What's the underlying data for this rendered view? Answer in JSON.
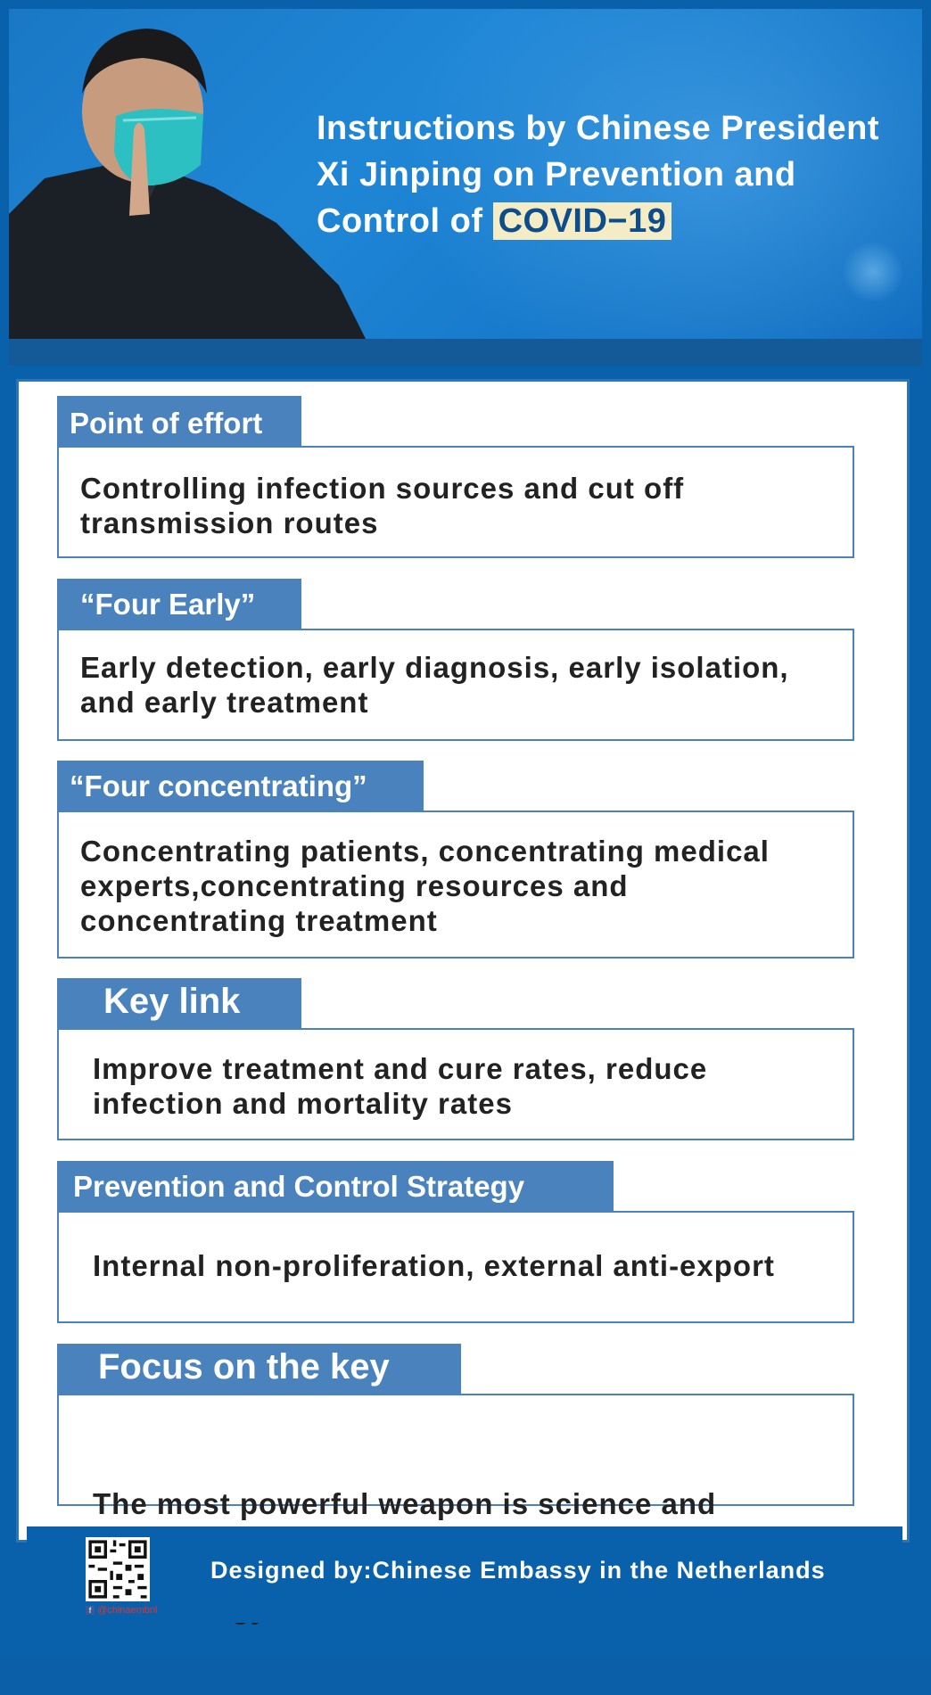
{
  "header": {
    "title_line1": "Instructions by Chinese President",
    "title_line2": "Xi Jinping on Prevention and",
    "title_line3_prefix": "Control of ",
    "title_highlight": "COVID−19"
  },
  "sections": [
    {
      "tab": "Point of effort",
      "text_lines": [
        "Controlling infection sources and cut off",
        "transmission routes"
      ]
    },
    {
      "tab": "“Four Early”",
      "text_lines": [
        "Early detection, early diagnosis, early isolation,",
        "and early treatment"
      ]
    },
    {
      "tab": "“Four concentrating”",
      "text_lines": [
        "Concentrating patients, concentrating medical",
        "experts,concentrating resources and",
        "concentrating treatment"
      ]
    },
    {
      "tab": "Key link",
      "text_lines": [
        "Improve treatment and cure rates, reduce",
        "infection and mortality rates"
      ]
    },
    {
      "tab": "Prevention and Control Strategy",
      "text_lines": [
        "Internal non-proliferation, external anti-export"
      ]
    },
    {
      "tab": "Focus on the key",
      "text_lines": [
        "The most powerful weapon is science and",
        " technology"
      ]
    }
  ],
  "footer": {
    "qr_handle": "@chinaembnl",
    "credit": "Designed by:Chinese Embassy in the Netherlands"
  },
  "colors": {
    "brand_blue": "#0a61ab",
    "tab_blue": "#4a82bd",
    "highlight": "#f3ecc4"
  },
  "icons": [
    "qr-code-icon",
    "facebook-icon"
  ]
}
